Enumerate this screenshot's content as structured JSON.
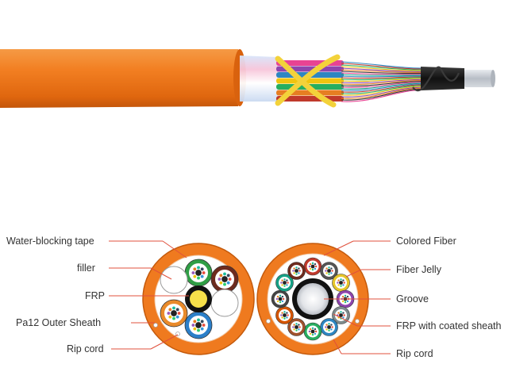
{
  "colors": {
    "sheath": "#ef7a1f",
    "sheath_dark": "#c45a0c",
    "leader": "#e0503c",
    "label_text": "#333333",
    "frp_white": "#f4f4f4",
    "frp_yellow": "#f6e04a",
    "core_black": "#111111"
  },
  "left_diagram": {
    "labels": [
      "Water-blocking tape",
      "filler",
      "FRP",
      "Pa12 Outer Sheath",
      "Rip cord"
    ],
    "tube_colors": [
      "#2f9e45",
      "#6d2b1e",
      "#e98a2a",
      "#2b7fc9"
    ],
    "filler_colors": [
      "#ffffff",
      "#ffffff"
    ]
  },
  "right_diagram": {
    "labels": [
      "Colored Fiber",
      "Fiber Jelly",
      "Groove",
      "FRP with coated sheath",
      "Rip cord"
    ],
    "tube_colors": [
      "#c0392b",
      "#555555",
      "#e6c52a",
      "#8e44ad",
      "#7f8c8d",
      "#2e86c1",
      "#27ae60",
      "#a0522d",
      "#d35400",
      "#444444",
      "#16a085",
      "#6d2b1e"
    ]
  },
  "top_cable": {
    "tape_colors": [
      "#f4a7c4",
      "#ffffff",
      "#a8c8f0"
    ],
    "tube_colors": [
      "#e84393",
      "#8e44ad",
      "#2e86c1",
      "#f1c40f",
      "#27ae60",
      "#e67e22",
      "#c0392b"
    ],
    "binder_color": "#f3d23a",
    "core_color": "#1a1a1a",
    "frp_color": "#c9cdd3",
    "wire_color": "#3a3a3a"
  }
}
